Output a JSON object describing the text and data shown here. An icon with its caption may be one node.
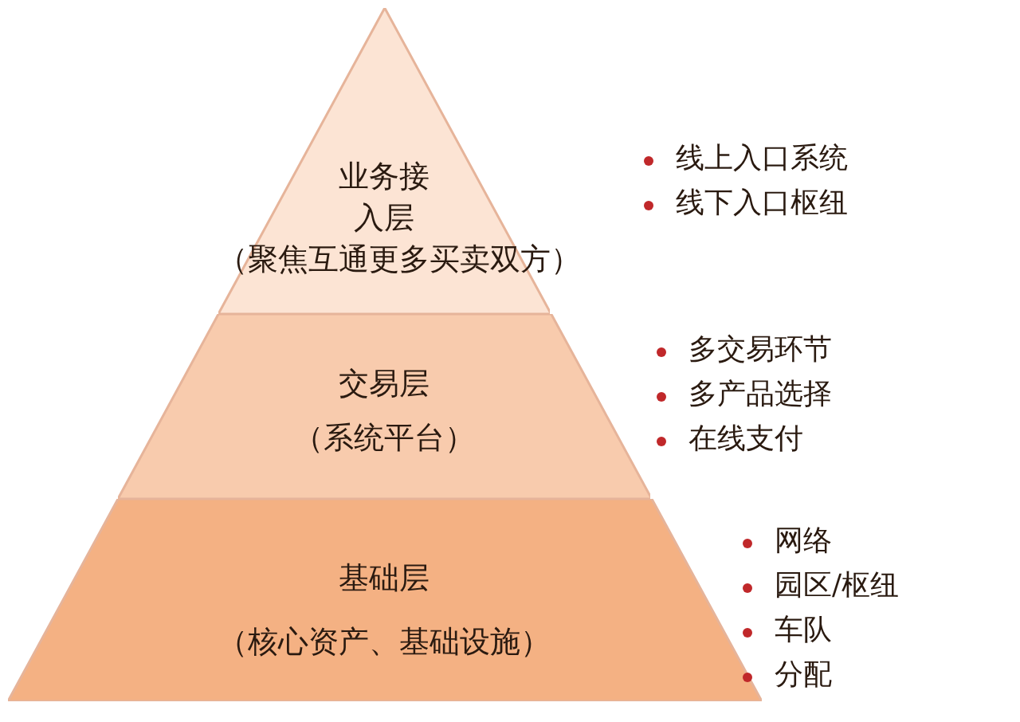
{
  "diagram": {
    "nodes": [
      {
        "text": [
          "业务接入层",
          "（聚焦互通更多买卖双方）"
        ],
        "beside": [
          "线上入口系统",
          "线下入口枢纽"
        ]
      },
      {
        "text": [
          "交易层",
          "（系统平台）"
        ],
        "beside": [
          "多交易环节",
          "多产品选择",
          "在线支付"
        ]
      },
      {
        "text": [
          "基础层",
          "（核心资产、基础设施）"
        ],
        "beside": [
          "网络",
          "园区/枢纽",
          "车队",
          "分配"
        ]
      }
    ]
  }
}
